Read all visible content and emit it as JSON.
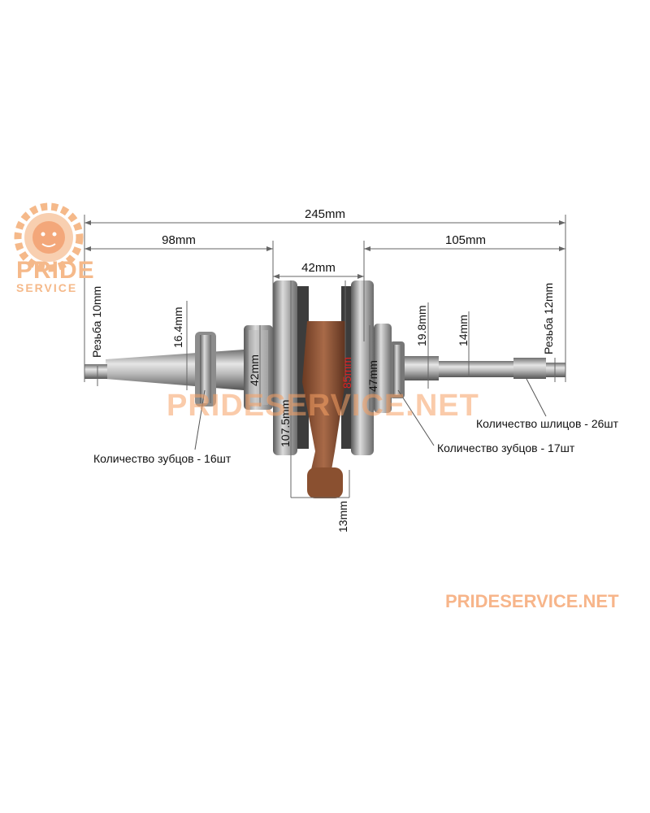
{
  "brand": {
    "logo_line1": "PRIDE",
    "logo_line2": "SERVICE",
    "watermark": "PRIDESERVICE.NET",
    "footer_url": "PRIDESERVICE.NET",
    "accent_color": "#f5a878"
  },
  "dimensions": {
    "total_length": "245mm",
    "left_shaft": "98mm",
    "right_shaft": "105mm",
    "web_width": "42mm",
    "left_thread": "Резьба 10mm",
    "right_thread": "Резьба 12mm",
    "left_gear_dia": "16.4mm",
    "left_bearing_dia": "42mm",
    "flywheel_dia": "107.5mm",
    "rod_length": "85mm",
    "right_bearing_dia": "47mm",
    "right_gear_dia": "19.8mm",
    "right_shaft_dia": "14mm",
    "rod_small_end": "13mm"
  },
  "callouts": {
    "left_teeth": "Количество зубцов - 16шт",
    "right_teeth": "Количество зубцов - 17шт",
    "splines": "Количество шлицов - 26шт"
  }
}
